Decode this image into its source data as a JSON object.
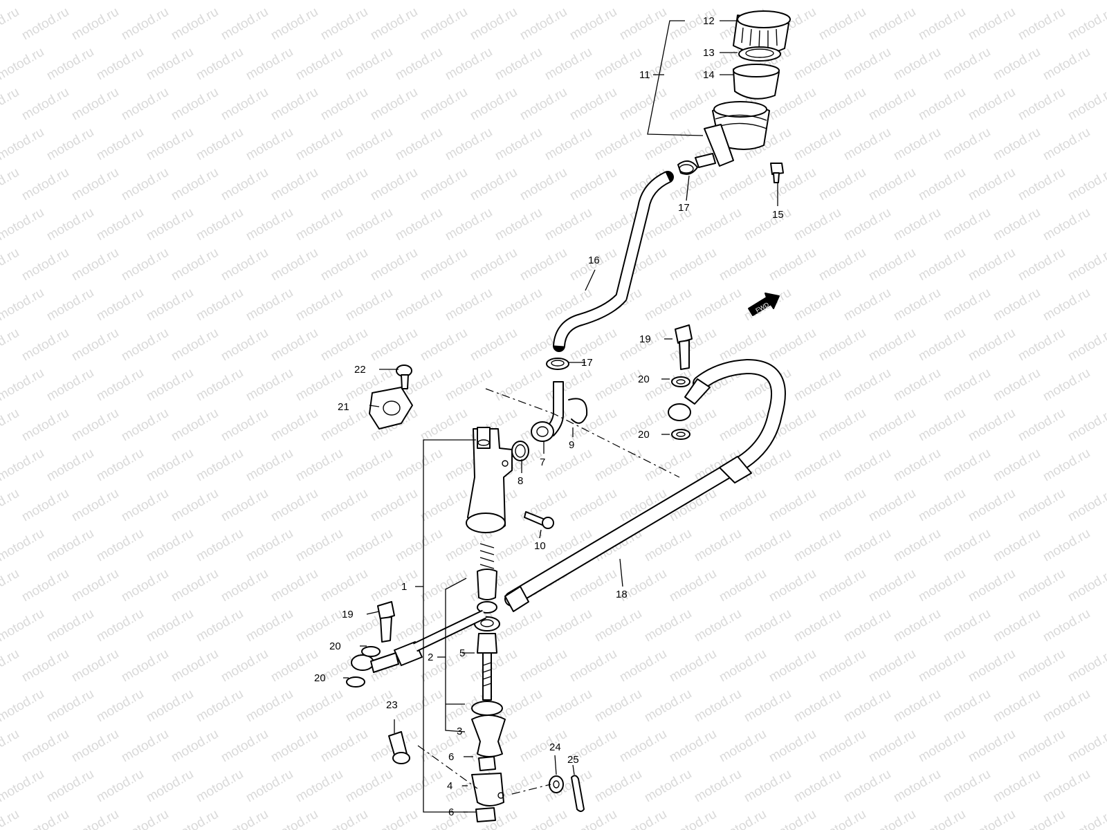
{
  "watermark": {
    "text": "motod.ru"
  },
  "fwd_badge": {
    "label": "FWD"
  },
  "callouts": [
    {
      "id": "1",
      "text": "1"
    },
    {
      "id": "2",
      "text": "2"
    },
    {
      "id": "3",
      "text": "3"
    },
    {
      "id": "4",
      "text": "4"
    },
    {
      "id": "5",
      "text": "5"
    },
    {
      "id": "6a",
      "text": "6"
    },
    {
      "id": "6b",
      "text": "6"
    },
    {
      "id": "7",
      "text": "7"
    },
    {
      "id": "8",
      "text": "8"
    },
    {
      "id": "9",
      "text": "9"
    },
    {
      "id": "10",
      "text": "10"
    },
    {
      "id": "11",
      "text": "11"
    },
    {
      "id": "12",
      "text": "12"
    },
    {
      "id": "13",
      "text": "13"
    },
    {
      "id": "14",
      "text": "14"
    },
    {
      "id": "15",
      "text": "15"
    },
    {
      "id": "16",
      "text": "16"
    },
    {
      "id": "17a",
      "text": "17"
    },
    {
      "id": "17b",
      "text": "17"
    },
    {
      "id": "18",
      "text": "18"
    },
    {
      "id": "19a",
      "text": "19"
    },
    {
      "id": "19b",
      "text": "19"
    },
    {
      "id": "20a",
      "text": "20"
    },
    {
      "id": "20b",
      "text": "20"
    },
    {
      "id": "20c",
      "text": "20"
    },
    {
      "id": "20d",
      "text": "20"
    },
    {
      "id": "21",
      "text": "21"
    },
    {
      "id": "22",
      "text": "22"
    },
    {
      "id": "23",
      "text": "23"
    },
    {
      "id": "24",
      "text": "24"
    },
    {
      "id": "25",
      "text": "25"
    }
  ]
}
